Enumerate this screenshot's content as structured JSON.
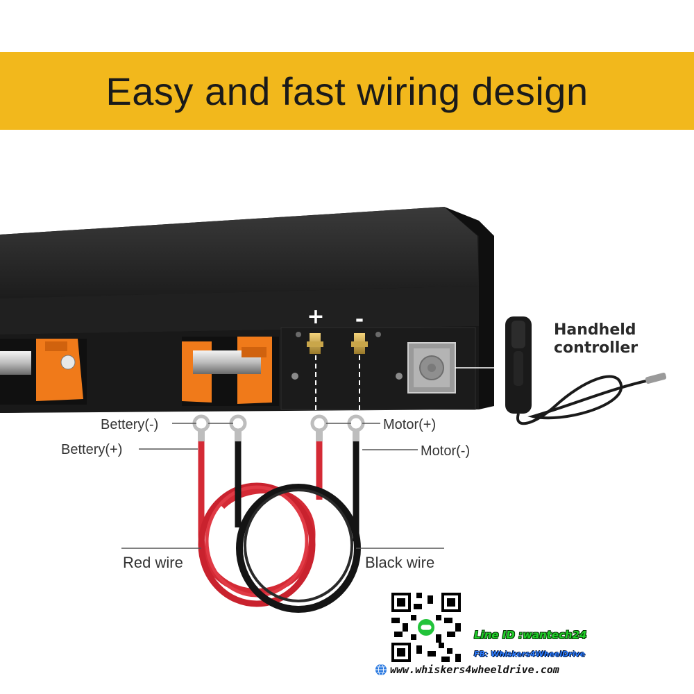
{
  "banner": {
    "title": "Easy and fast wiring design"
  },
  "terminals": {
    "plus": "+",
    "minus": "-"
  },
  "labels": {
    "handheld_line1": "Handheld",
    "handheld_line2": "controller",
    "battery_neg": "Bettery(-)",
    "battery_pos": "Bettery(+)",
    "motor_pos": "Motor(+)",
    "motor_neg": "Motor(-)",
    "red_wire": "Red wire",
    "black_wire": "Black wire"
  },
  "contact": {
    "line_id": "Line ID :wantech24",
    "fb": "FB: Whiskers4WheelDrive",
    "website": "www.whiskers4wheeldrive.com"
  },
  "colors": {
    "banner": "#f2b81c",
    "body": "#1e1e1e",
    "orange": "#f07a1a",
    "red_wire": "#d42a35",
    "black_wire": "#141414"
  },
  "icons": {
    "globe": "globe-icon",
    "qr": "qr-code-icon",
    "line": "line-app-icon"
  }
}
